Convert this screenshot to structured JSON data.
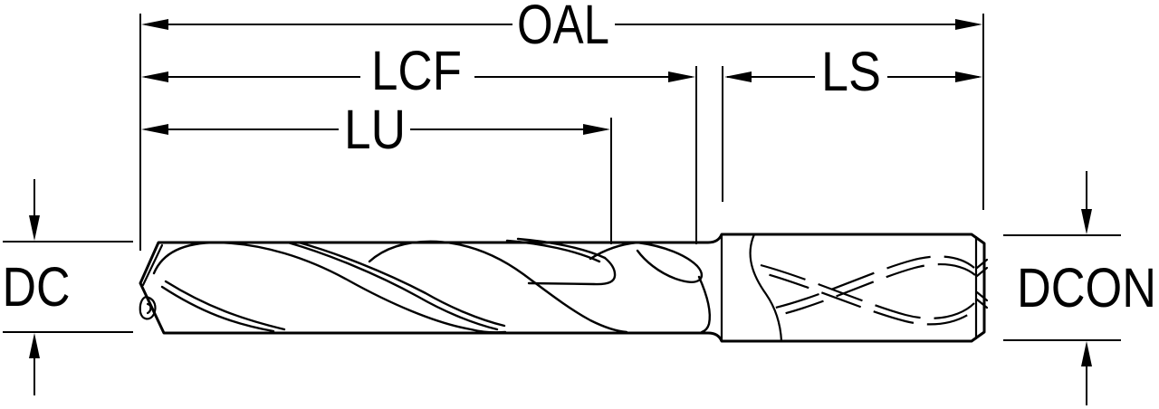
{
  "diagram": {
    "background_color": "#ffffff",
    "line_color": "#000000",
    "labels": {
      "oal": "OAL",
      "lcf": "LCF",
      "lu": "LU",
      "ls": "LS",
      "dc": "DC",
      "dcon": "DCON"
    }
  }
}
